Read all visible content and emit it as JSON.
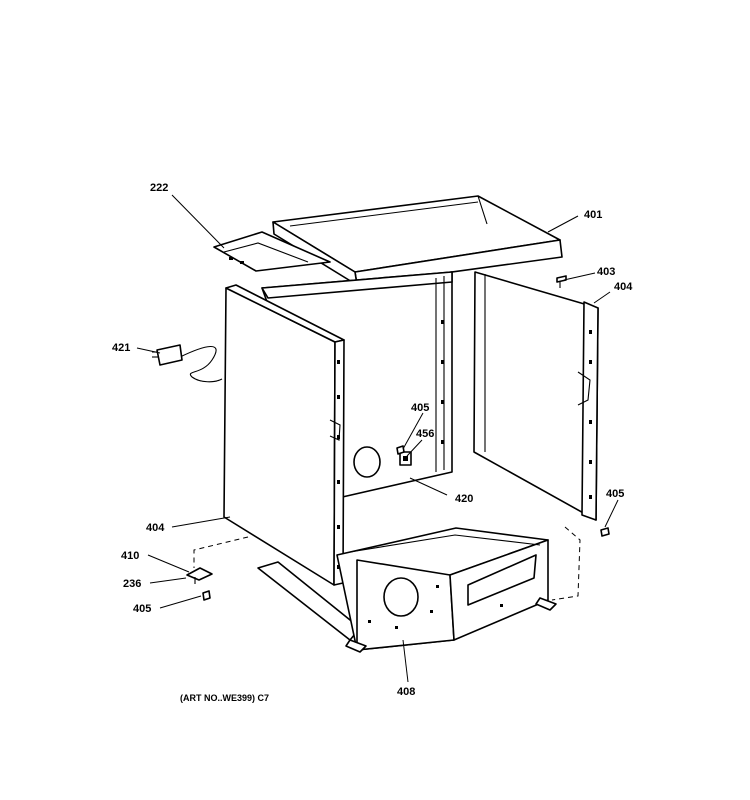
{
  "callouts": {
    "c222": "222",
    "c401": "401",
    "c403": "403",
    "c404_right": "404",
    "c421": "421",
    "c405_upper": "405",
    "c456": "456",
    "c420": "420",
    "c405_right": "405",
    "c404_left": "404",
    "c410": "410",
    "c236": "236",
    "c405_lower": "405",
    "c408": "408"
  },
  "caption": "(ART NO..WE399) C7"
}
